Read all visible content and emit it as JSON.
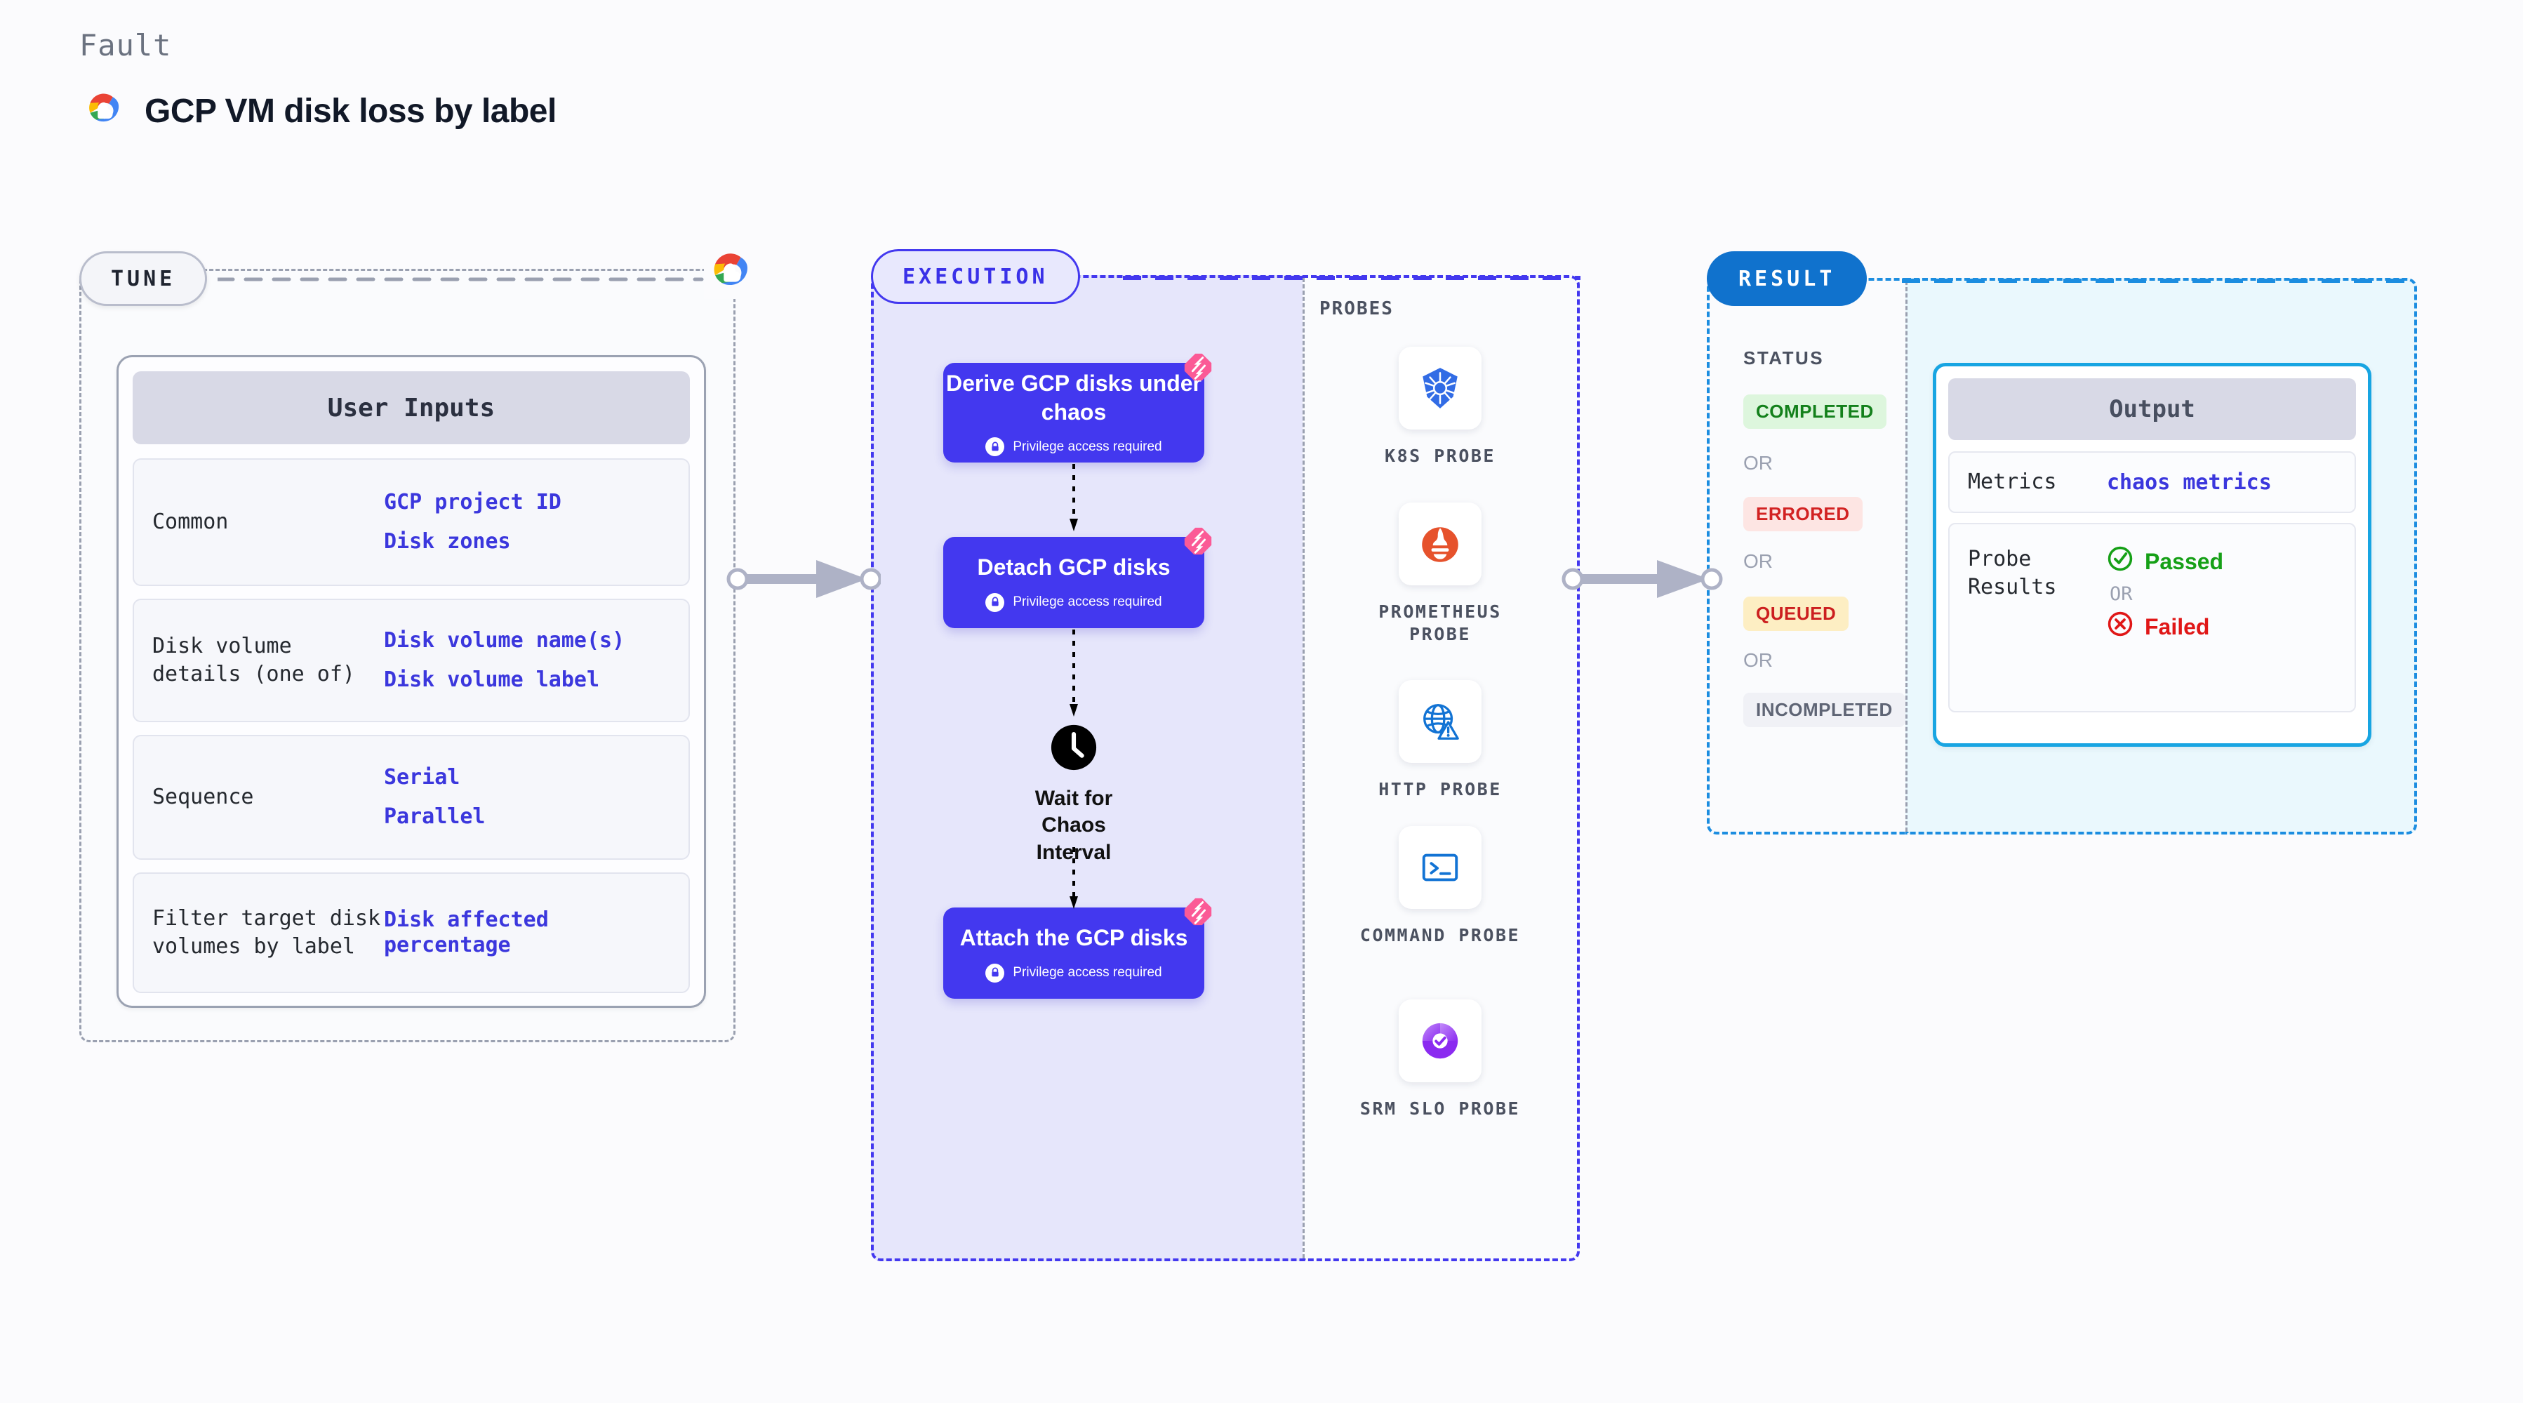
{
  "header": {
    "kicker": "Fault",
    "title": "GCP VM disk loss by label",
    "provider_icon": "gcp-logo"
  },
  "tune": {
    "badge": "TUNE",
    "provider_icon": "gcp-logo",
    "card_title": "User Inputs",
    "rows": [
      {
        "key": "Common",
        "values": [
          "GCP project ID",
          "Disk zones"
        ]
      },
      {
        "key": "Disk volume details (one of)",
        "values": [
          "Disk volume name(s)",
          "Disk volume label"
        ]
      },
      {
        "key": "Sequence",
        "values": [
          "Serial",
          "Parallel"
        ]
      },
      {
        "key": "Filter target disk volumes by label",
        "values": [
          "Disk affected percentage"
        ]
      }
    ]
  },
  "execution": {
    "badge": "EXECUTION",
    "nodes": [
      {
        "title": "Derive GCP disks under chaos",
        "privilege": "Privilege access required",
        "icon": "litmus-logo"
      },
      {
        "title": "Detach GCP disks",
        "privilege": "Privilege access required",
        "icon": "litmus-logo"
      },
      {
        "title": "Attach the GCP disks",
        "privilege": "Privilege access required",
        "icon": "litmus-logo"
      }
    ],
    "wait": {
      "label": "Wait for Chaos Interval",
      "icon": "clock-icon"
    }
  },
  "probes": {
    "title": "PROBES",
    "items": [
      {
        "label": "K8S PROBE",
        "icon": "kubernetes-icon"
      },
      {
        "label": "PROMETHEUS PROBE",
        "icon": "prometheus-icon"
      },
      {
        "label": "HTTP PROBE",
        "icon": "globe-warning-icon"
      },
      {
        "label": "COMMAND PROBE",
        "icon": "terminal-icon"
      },
      {
        "label": "SRM SLO PROBE",
        "icon": "srm-slo-icon"
      }
    ]
  },
  "result": {
    "badge": "RESULT",
    "status_title": "STATUS",
    "or_label": "OR",
    "statuses": [
      {
        "label": "COMPLETED",
        "bg": "#ddf6dd",
        "fg": "#13801b"
      },
      {
        "label": "ERRORED",
        "bg": "#fde5e3",
        "fg": "#d22222"
      },
      {
        "label": "QUEUED",
        "bg": "#fdeec3",
        "fg": "#cc1f1f"
      },
      {
        "label": "INCOMPLETED",
        "bg": "#f0f1f6",
        "fg": "#5f6575"
      }
    ],
    "output": {
      "card_title": "Output",
      "metrics_key": "Metrics",
      "metrics_value": "chaos metrics",
      "probe_key": "Probe Results",
      "passed": "Passed",
      "failed": "Failed",
      "or_label": "OR"
    }
  },
  "colors": {
    "accent_indigo": "#4338ef",
    "accent_blue": "#1072cd",
    "accent_cyan": "#18a5e2",
    "litmus_pink": "#fb5a96",
    "link_blue": "#3b37dd",
    "muted": "#9aa0b0"
  }
}
